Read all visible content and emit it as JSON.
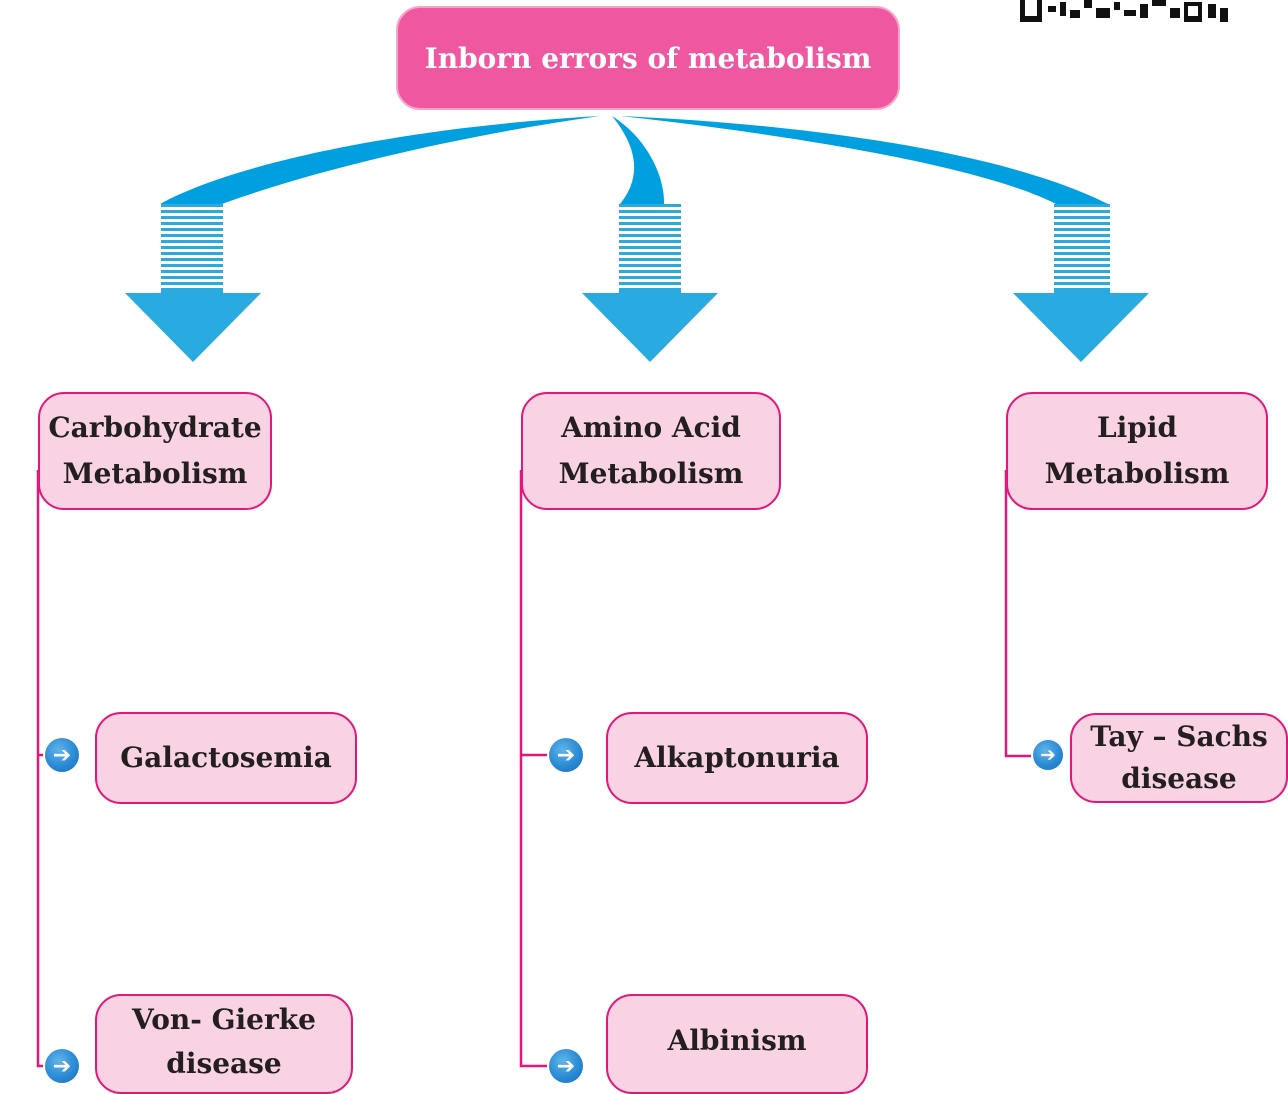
{
  "root": {
    "label": "Inborn errors of metabolism"
  },
  "categories": [
    {
      "line1": "Carbohydrate",
      "line2": "Metabolism",
      "items": [
        {
          "line1": "Galactosemia",
          "line2": ""
        },
        {
          "line1": "Von- Gierke",
          "line2": "disease"
        }
      ]
    },
    {
      "line1": "Amino Acid",
      "line2": "Metabolism",
      "items": [
        {
          "line1": "Alkaptonuria",
          "line2": ""
        },
        {
          "line1": "Albinism",
          "line2": ""
        }
      ]
    },
    {
      "line1": "Lipid",
      "line2": "Metabolism",
      "items": [
        {
          "line1": "Tay – Sachs",
          "line2": "disease"
        }
      ]
    }
  ],
  "icons": {
    "bullet": "arrow-circle-icon",
    "corner": "qr-code-icon"
  },
  "colors": {
    "root_fill": "#ef58a0",
    "box_fill": "#f9d3e4",
    "box_border": "#e5157a",
    "arrow_blue": "#29abe2",
    "connector": "#e5157a"
  }
}
